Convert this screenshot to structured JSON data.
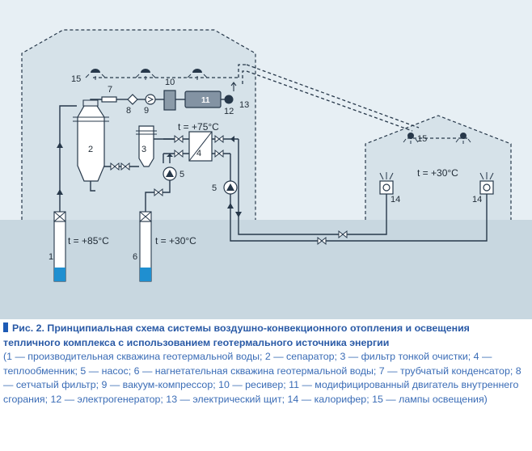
{
  "labels": {
    "n1": "1",
    "n2": "2",
    "n3": "3",
    "n4": "4",
    "n5": "5",
    "n5b": "5",
    "n6": "6",
    "n7": "7",
    "n8": "8",
    "n9": "9",
    "n10": "10",
    "n11": "11",
    "n12": "12",
    "n13": "13",
    "n14": "14",
    "n14b": "14",
    "n15": "15",
    "n15b": "15"
  },
  "temps": {
    "hx": "t = +75°C",
    "well_prod": "t = +85°C",
    "well_inj": "t = +30°C",
    "greenhouse": "t = +30°C"
  },
  "caption": {
    "title": "Рис. 2. Принципиальная схема системы воздушно-конвекционного отопления и освещения тепличного комплекса с использованием геотермального источника энергии",
    "legend": "(1 — производительная скважина геотермальной воды; 2 — сепаратор; 3 — фильтр тонкой очистки; 4 — теплообменник; 5 — насос; 6 — нагнетательная скважина геотермальной воды; 7 — трубчатый конденсатор; 8 — сетчатый фильтр; 9 — вакуум-компрессор; 10 — ресивер; 11 — модифицированный двигатель внутреннего сгорания; 12 — электрогенератор; 13 — электрический щит; 14 — калорифер; 15 — лампы освещения)"
  },
  "colors": {
    "ground": "#c7d6df",
    "building": "#d5e1e8",
    "outline": "#27384a",
    "water": "#1f8fd0"
  }
}
